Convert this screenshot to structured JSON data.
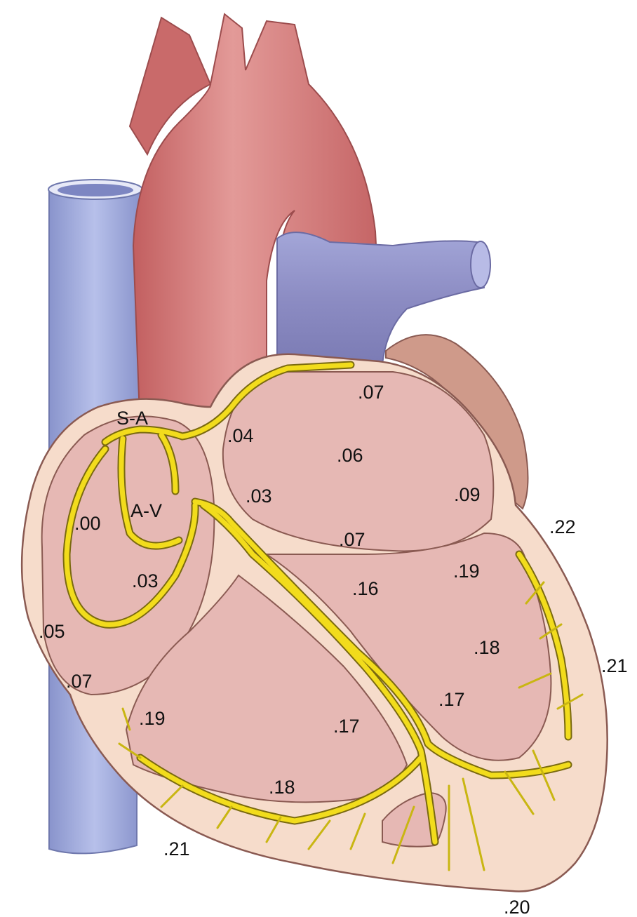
{
  "labels": {
    "sa_node": "S-A",
    "av_node": "A-V",
    "sa_origin": ".00",
    "atrium_right_upper": ".04",
    "atrium_right_lower": ".03",
    "atrium_left_top": ".07",
    "atrium_left_mid": ".06",
    "atrium_left_right": ".09",
    "atrium_left_bottom": ".07",
    "av_below": ".03",
    "ra_wall_mid": ".05",
    "ra_wall_low": ".07",
    "apex_left": ".22",
    "lv_upper": ".19",
    "septum_upper": ".16",
    "lv_mid": ".18",
    "lv_outer": ".21",
    "lv_lower": ".17",
    "septum_lower": ".17",
    "rv_upper": ".19",
    "rv_lower": ".18",
    "base_left": ".21",
    "apex_bottom": ".20"
  },
  "colors": {
    "vena_cava": "#9aa6d6",
    "aorta": "#c96a6a",
    "pulmonary": "#8f8fc4",
    "chamber": "#e6b8b4",
    "wall": "#f6dccb",
    "pericardium": "#cf9a8a",
    "conduction": "#f2dc1c",
    "outline": "#8a5a52"
  }
}
